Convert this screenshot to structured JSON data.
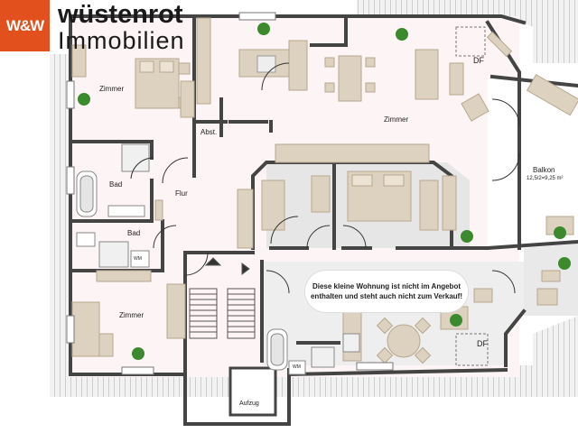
{
  "logo": {
    "text": "W&W"
  },
  "brand": {
    "line1": "wüstenrot",
    "line2": "Immobilien"
  },
  "rooms": {
    "zimmer_nw": "Zimmer",
    "zimmer_main": "Zimmer",
    "abstellraum": "Abst.",
    "bad_upper": "Bad",
    "bad_lower": "Bad",
    "flur": "Flur",
    "zimmer_sw": "Zimmer",
    "balkon": "Balkon",
    "balkon_size": "12,5/2=9,25 m²",
    "aufzug": "Aufzug",
    "wm_left": "WM",
    "wm_right": "WM",
    "df_top": "DF",
    "df_bottom": "DF"
  },
  "notice": {
    "line1": "Diese kleine Wohnung ist nicht im Angebot",
    "line2": "enthalten und steht auch nicht zum Verkauf!"
  },
  "colors": {
    "brand": "#e2501e",
    "wall": "#444444",
    "furniture": "#ddd1bf",
    "hatch": "#d9d9d9",
    "grayroom": "#e6e6e6",
    "plant": "#3c8a2e"
  }
}
